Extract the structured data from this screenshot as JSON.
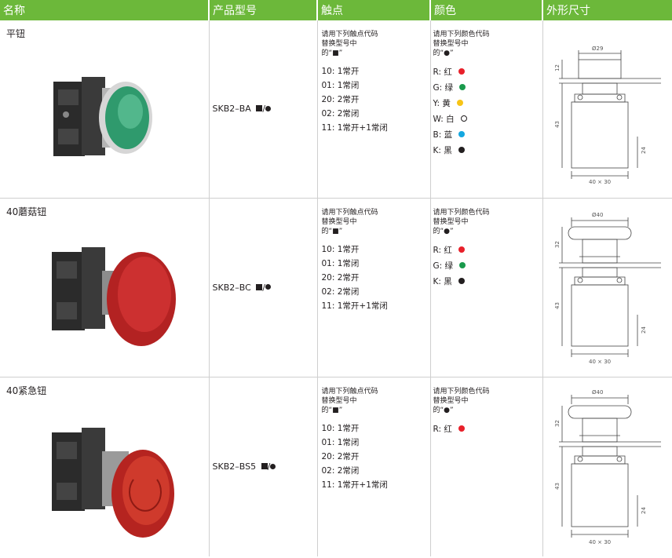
{
  "headers": [
    "名称",
    "产品型号",
    "触点",
    "颜色",
    "外形尺寸"
  ],
  "contacts_note": [
    "请用下列触点代码",
    "替换型号中",
    "的“■”"
  ],
  "colors_note": [
    "请用下列颜色代码",
    "替换型号中",
    "的“●”"
  ],
  "products": [
    {
      "name": "平钮",
      "model": "SKB2–BA",
      "model_suffix": "/",
      "contacts": [
        "10: 1常开",
        "01: 1常闭",
        "20: 2常开",
        "02: 2常闭",
        "11: 1常开+1常闭"
      ],
      "colors": [
        {
          "label": "R: 红",
          "color": "#e8202a"
        },
        {
          "label": "G: 绿",
          "color": "#1a9a4c"
        },
        {
          "label": "Y: 黄",
          "color": "#f7c416"
        },
        {
          "label": "W: 白",
          "color": "#ffffff"
        },
        {
          "label": "B: 蓝",
          "color": "#14a7e0"
        },
        {
          "label": "K: 黑",
          "color": "#231f20"
        }
      ],
      "dims": {
        "head_dia": "Ø29",
        "head_h": "12",
        "body_h": "43",
        "base_h": "24",
        "base": "40 × 30"
      }
    },
    {
      "name": "40蘑菇钮",
      "model": "SKB2–BC",
      "model_suffix": "/",
      "contacts": [
        "10: 1常开",
        "01: 1常闭",
        "20: 2常开",
        "02: 2常闭",
        "11: 1常开+1常闭"
      ],
      "colors": [
        {
          "label": "R: 红",
          "color": "#e8202a"
        },
        {
          "label": "G: 绿",
          "color": "#1a9a4c"
        },
        {
          "label": "K: 黑",
          "color": "#231f20"
        }
      ],
      "dims": {
        "head_dia": "Ø40",
        "head_h": "32",
        "body_h": "43",
        "base_h": "24",
        "base": "40 × 30"
      }
    },
    {
      "name": "40紧急钮",
      "model": "SKB2–BS5",
      "model_suffix": "/",
      "contacts": [
        "10: 1常开",
        "01: 1常闭",
        "20: 2常开",
        "02: 2常闭",
        "11: 1常开+1常闭"
      ],
      "colors": [
        {
          "label": "R: 红",
          "color": "#e8202a"
        }
      ],
      "dims": {
        "head_dia": "Ø40",
        "head_h": "32",
        "body_h": "43",
        "base_h": "24",
        "base": "40 × 30"
      }
    }
  ]
}
